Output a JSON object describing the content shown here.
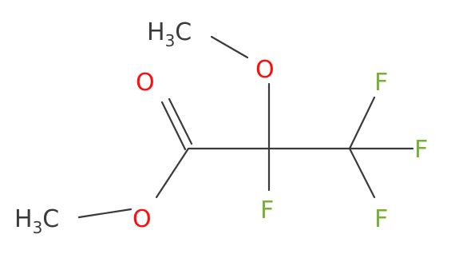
{
  "molecule": {
    "atoms": {
      "methoxy_methyl": {
        "text": "H",
        "sub": "3",
        "tail": "C"
      },
      "ester_methyl": {
        "text": "H",
        "sub": "3",
        "tail": "C"
      },
      "carbonyl_oxygen": {
        "text": "O"
      },
      "methoxy_oxygen": {
        "text": "O"
      },
      "ester_oxygen": {
        "text": "O"
      },
      "fluorine_alpha": {
        "text": "F"
      },
      "fluorine_top": {
        "text": "F"
      },
      "fluorine_right": {
        "text": "F"
      },
      "fluorine_bottom": {
        "text": "F"
      }
    },
    "colors": {
      "carbon": "#3b3b3b",
      "oxygen": "#ff0d0d",
      "fluorine": "#76b034",
      "bond": "#3b3b3b"
    }
  }
}
